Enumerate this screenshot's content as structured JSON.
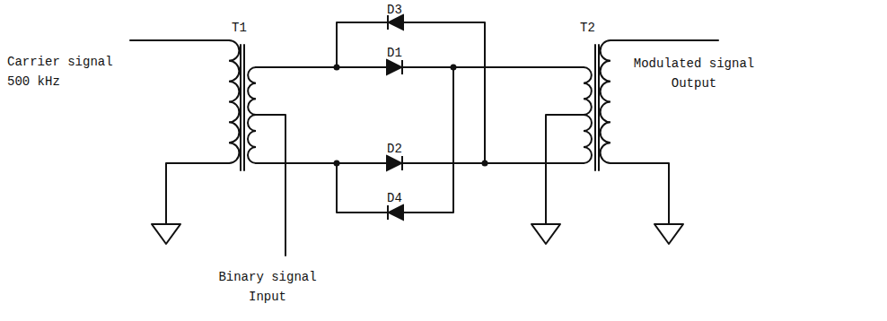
{
  "diagram": {
    "labels": [
      "Carrier signal 500 kHz",
      "T1",
      "D3",
      "D1",
      "D2",
      "D4",
      "T2",
      "Modulated signal Output",
      "Binary signal Input"
    ]
  }
}
